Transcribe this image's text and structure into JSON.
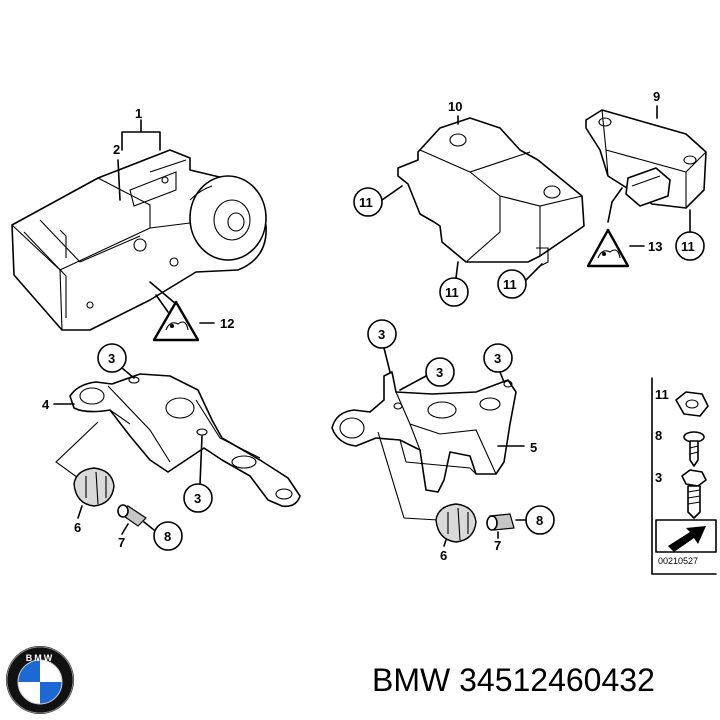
{
  "diagram": {
    "callouts": {
      "abs_unit": "1",
      "mod_label": "2",
      "bolt_3": "3",
      "bracket_left": "4",
      "bracket_right": "5",
      "grommet": "6",
      "sleeve": "7",
      "screw_8": "8",
      "control_unit": "9",
      "bracket_top": "10",
      "nut_11": "11",
      "warning_12": "12",
      "warning_13": "13"
    },
    "drawing_code": "00210527"
  },
  "footer": {
    "brand": "BMW",
    "part_number": "34512460432",
    "logo_letters": "BMW"
  },
  "colors": {
    "background": "#ffffff",
    "line": "#000000",
    "logo_blue": "#1c69d4"
  }
}
